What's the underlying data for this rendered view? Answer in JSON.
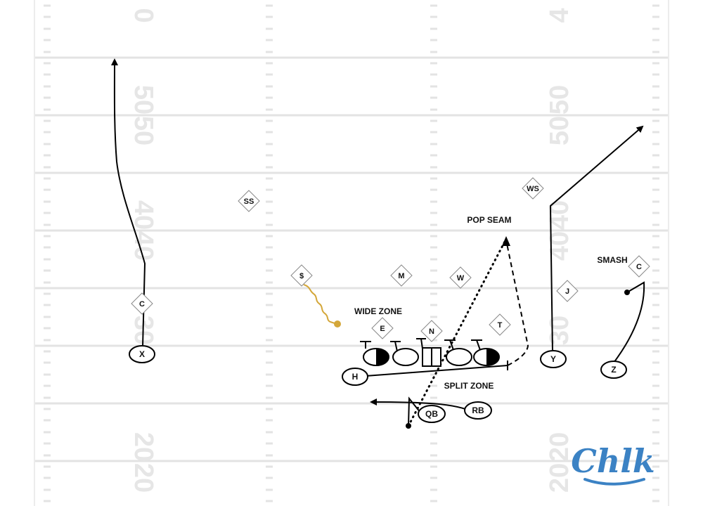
{
  "field": {
    "yard_numbers_left": [
      "0",
      "50",
      "50",
      "40",
      "40",
      "30",
      "20",
      "20"
    ],
    "yard_numbers_right": [
      "4",
      "50",
      "50",
      "40",
      "40",
      "30",
      "20",
      "20"
    ],
    "colors": {
      "line": "#e3e3e3",
      "route": "#000000",
      "motion": "#d4a73a",
      "logo": "#3b82c4"
    }
  },
  "labels": {
    "wide_zone": "WIDE ZONE",
    "pop_seam": "POP SEAM",
    "split_zone": "SPLIT ZONE",
    "smash": "SMASH"
  },
  "offense": {
    "x": "X",
    "h": "H",
    "y": "Y",
    "z": "Z",
    "qb": "QB",
    "rb": "RB"
  },
  "defense": {
    "ss": "SS",
    "ws": "WS",
    "dollar": "$",
    "m": "M",
    "w": "W",
    "e": "E",
    "n": "N",
    "t": "T",
    "j": "J",
    "c_right": "C",
    "c_left": "C"
  },
  "logo": {
    "text": "Chlk"
  }
}
